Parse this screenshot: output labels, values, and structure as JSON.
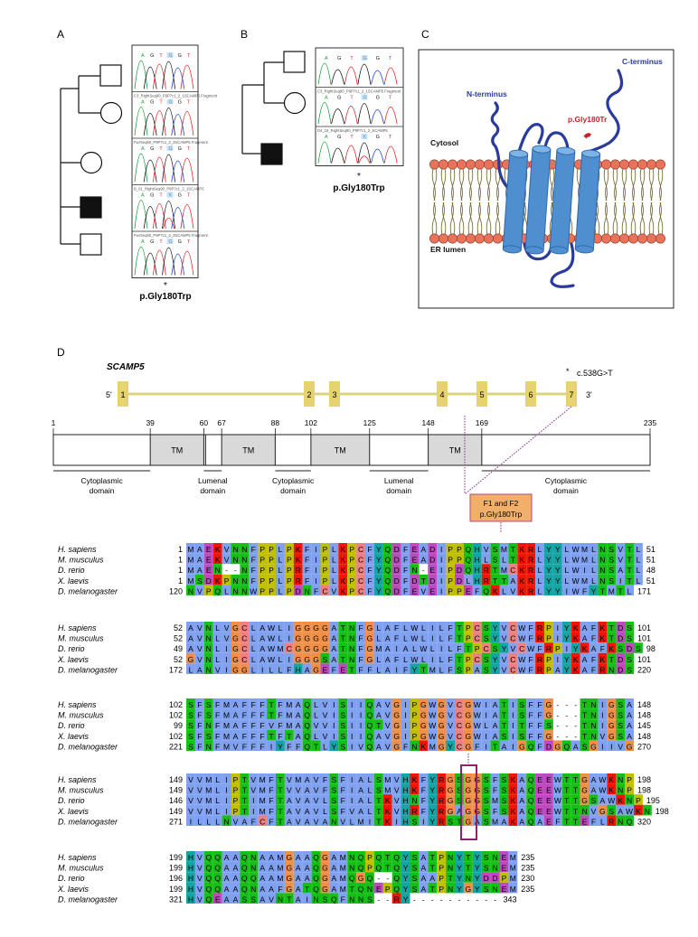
{
  "panels": {
    "A": {
      "label": "A",
      "mutation": "p.Gly180Trp",
      "asterisk": "*",
      "traces": [
        {
          "header": "",
          "bases": "A G T G G T"
        },
        {
          "header": "C3_RightSeq90_P9P7c1_2_1SCAMP5 Fragment",
          "bases": "A G T G G T"
        },
        {
          "header": "FwrSeq90_P9P7c1_2_2SCAMP5 Fragment",
          "bases": "A G T G G T"
        },
        {
          "header": "B_01_RightSeq90_P9P7c1_2_1SCAMP5",
          "bases": "A G T K G T"
        },
        {
          "header": "FwrSeq90_P9P7c1_2_2SCAMP5 Fragment",
          "bases": "A G T G G T"
        }
      ]
    },
    "B": {
      "label": "B",
      "mutation": "p.Gly180Trp",
      "asterisk": "*",
      "traces": [
        {
          "header": "",
          "bases": "A G T G G T"
        },
        {
          "header": "C3_RightSeq90_P9P7c1_2_1SCAMP5 Fragment",
          "bases": "A G T G G T"
        },
        {
          "header": "D4_18_RightSeq90_P9P7c1_2_SCAMP5",
          "bases": "A G T K G T"
        }
      ]
    },
    "C": {
      "label": "C",
      "n_terminus": "N-terminus",
      "c_terminus": "C-terminus",
      "mutation": "p.Gly180Tr",
      "cytosol": "Cytosol",
      "er_lumen": "ER lumen"
    },
    "D": {
      "label": "D",
      "gene": "SCAMP5",
      "five_prime": "5'",
      "three_prime": "3'",
      "exons": [
        "1",
        "2",
        "3",
        "4",
        "5",
        "6",
        "7"
      ],
      "variant": "c.538G>T",
      "variant_asterisk": "*",
      "positions": [
        1,
        39,
        60,
        67,
        88,
        102,
        125,
        148,
        169,
        235
      ],
      "tm_segments": [
        [
          39,
          60
        ],
        [
          67,
          88
        ],
        [
          102,
          125
        ],
        [
          148,
          169
        ]
      ],
      "tm_label": "TM",
      "domains": [
        {
          "name": [
            "Cytoplasmic",
            "domain"
          ],
          "start": 1,
          "end": 39
        },
        {
          "name": [
            "Lumenal",
            "domain"
          ],
          "start": 60,
          "end": 67
        },
        {
          "name": [
            "Cytoplasmic",
            "domain"
          ],
          "start": 88,
          "end": 102
        },
        {
          "name": [
            "Lumenal",
            "domain"
          ],
          "start": 125,
          "end": 148
        },
        {
          "name": [
            "Cytoplasmic",
            "domain"
          ],
          "start": 169,
          "end": 235
        }
      ],
      "callout": [
        "F1 and F2",
        "p.Gly180Trp"
      ],
      "alignment": [
        {
          "rows": [
            {
              "species": "H. sapiens",
              "start": "1",
              "seq": "MAEKVNNFPPLPKFIPLKPCFYQDFEADIPPQHVSMTKRLYYLWMLNSVTL",
              "end": "51"
            },
            {
              "species": "M. musculus",
              "start": "1",
              "seq": "MAEKVNNFPPLPKFIPLKPCFYQDFEADIPPQHLSLTKRLYYLWMLNSVTL",
              "end": "51"
            },
            {
              "species": "D. rerio",
              "start": "1",
              "seq": "MAEN--NFPPLPRFIPLKPCFYQDFN-EIPDQHRTMCKRLYYLWILNSATL",
              "end": "48"
            },
            {
              "species": "X. laevis",
              "start": "1",
              "seq": "MSDKPNNFPPLPRFIPLKPCFYQDFDTDIPDLHRTTAKRLYYLWMLNSITL",
              "end": "51"
            },
            {
              "species": "D. melanogaster",
              "start": "120",
              "seq": "NVPQLNNWPPLPDNFCVKPCFYQDFEVEIPPEFQKLVKRLYYIWFYTMTL",
              "end": "171"
            }
          ]
        },
        {
          "rows": [
            {
              "species": "H. sapiens",
              "start": "52",
              "seq": "AVNLVGCLAWLIGGGGATNFGLAFLWLILFTPCSYVCWFRPIYKAFKTDS",
              "end": "101"
            },
            {
              "species": "M. musculus",
              "start": "52",
              "seq": "AVNLVGCLAWLIGGGGATNFGLAFLWLILFTPCSYVCWFRPIYKAFKTDS",
              "end": "101"
            },
            {
              "species": "D. rerio",
              "start": "49",
              "seq": "AVNLIGCLAWMCGGGGATNFGMAIALWLILFTPCSYVCWFRPIYKAFKSDS",
              "end": "98"
            },
            {
              "species": "X. laevis",
              "start": "52",
              "seq": "GVNLIGCLAWLIGGGSATNFGLAFLWLILFTPCSYVCWFRPIYKAFKTDS",
              "end": "101"
            },
            {
              "species": "D. melanogaster",
              "start": "172",
              "seq": "LANVIGGLILLFHAGEFETFFLAIFYTMLFSPASYVCWFRPAYKAFRNDS",
              "end": "220"
            }
          ]
        },
        {
          "rows": [
            {
              "species": "H. sapiens",
              "start": "102",
              "seq": "SFSFMAFFFTFMAQLVISIIQAVGIPGWGVCGWIATISFFG---TNIGSA",
              "end": "148"
            },
            {
              "species": "M. musculus",
              "start": "102",
              "seq": "SFSFMAFFFTFMAQLVISIIQAVGIPGWGVCGWIATISFFG---TNIGSA",
              "end": "148"
            },
            {
              "species": "D. rerio",
              "start": "99",
              "seq": "SFNFMAFFFVFMAQVVISIIQTVGIPGWGVCGWLATITFFS---TNIGSA",
              "end": "145"
            },
            {
              "species": "X. laevis",
              "start": "102",
              "seq": "SFSFMAFFFTFTAQLVISIIQAVGIPGWGVCGWIASISFFG---TNVGSA",
              "end": "148"
            },
            {
              "species": "D. melanogaster",
              "start": "221",
              "seq": "SFNFMVFFFIYFFQTLYSIVQAVGFNKMGYCGFITAIGQFDGQASGIIVG",
              "end": "270"
            }
          ]
        },
        {
          "rows": [
            {
              "species": "H. sapiens",
              "start": "149",
              "seq": "VVMLIPTVMFTVMAVFSFIALSMVHKFYRGSGGSFSKAQEEWTTGAWKNP",
              "end": "198"
            },
            {
              "species": "M. musculus",
              "start": "149",
              "seq": "VVMLIPTVMFTVVAVFSFIALSMVHKFYRGSGGSFSKAQEEWTTGAWKNP",
              "end": "198"
            },
            {
              "species": "D. rerio",
              "start": "146",
              "seq": "VVMLIPTIMFTAVAVLSFIALTKVHNFYRGSGGSMSKAQEEWTTGSAWKNP",
              "end": "195"
            },
            {
              "species": "X. laevis",
              "start": "149",
              "seq": "VVMLIPTIMFTAVAVLSFVALTKVHRFYRGAGGSFSKAQEEWTTNVGSAWKN",
              "end": "198"
            },
            {
              "species": "D. melanogaster",
              "start": "271",
              "seq": "ILLLNVAFCFTAVAVANVLMITKIHSIYRSTGASMAKAQAEFTTEFLRNQ",
              "end": "320"
            }
          ]
        },
        {
          "rows": [
            {
              "species": "H. sapiens",
              "start": "199",
              "seq": "HVQQAAQNAAMGAAQGAMNQPQTQYSATPNYTYSNEM",
              "end": "235"
            },
            {
              "species": "M. musculus",
              "start": "199",
              "seq": "HVQQAAQNAAMGAAQGAMNQPQTQYSATPNYTYSNEM",
              "end": "235"
            },
            {
              "species": "D. rerio",
              "start": "196",
              "seq": "HVQQAAQQAAMGAAQGAMQGQ--QYSAAPTYNYDDPM",
              "end": "230"
            },
            {
              "species": "X. laevis",
              "start": "199",
              "seq": "HVQQAAQNAAFGATQGAMTQNEPQYSATPNYGYSNEM",
              "end": "235"
            },
            {
              "species": "D. melanogaster",
              "start": "321",
              "seq": "HVQEAASSAVNTAINSQFNNS--RY----------",
              "end": "343"
            }
          ]
        }
      ]
    }
  },
  "colors": {
    "exon": "#e6d26e",
    "intron": "#dcd37e",
    "tm": "#d9d9d9",
    "callout_fill": "#f0b06a",
    "callout_border": "#b94a79",
    "dotted_line": "#8b2a7b",
    "helix": "#4f8fd0",
    "helix_dark": "#2d6aad",
    "protein_line": "#2a3b9c",
    "lipid_head": "#e8725a",
    "mutation": "#cc1f24",
    "highlight_box": "#8e2467"
  }
}
